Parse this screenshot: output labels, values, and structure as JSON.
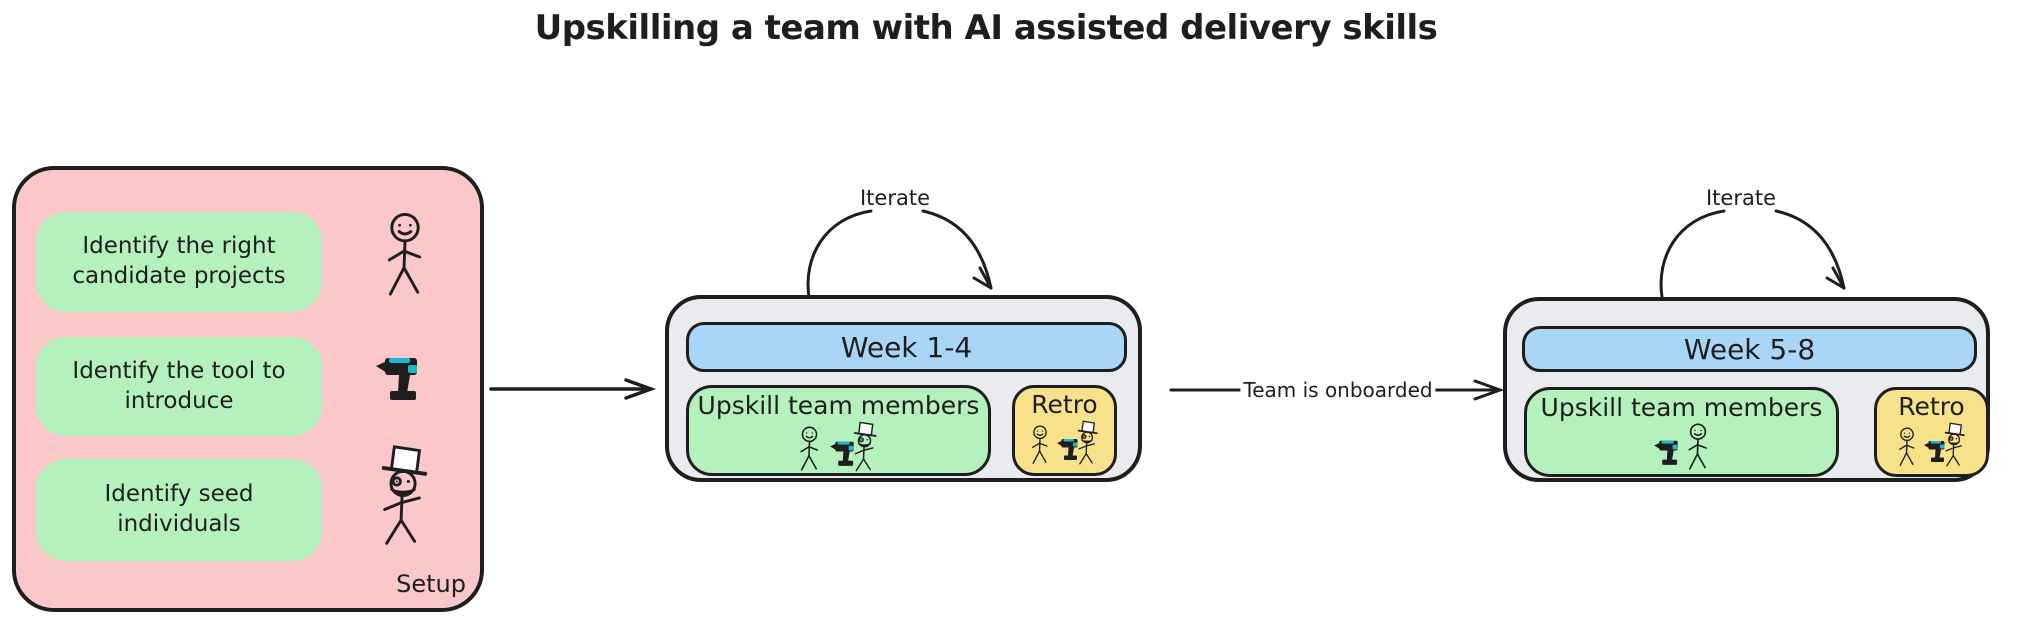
{
  "title": "Upskilling a team with AI assisted delivery skills",
  "colors": {
    "pink": "#fbc8ca",
    "green": "#b5f1bd",
    "blue": "#a9d6f7",
    "yellow": "#f7e18b",
    "gray": "#e9ebee",
    "stroke": "#1e1e1e",
    "teal": "#1cb8cc",
    "white": "#ffffff"
  },
  "setup": {
    "label": "Setup",
    "items": [
      {
        "label": "Identify the right candidate projects",
        "icon": "smiley-person-icon"
      },
      {
        "label": "Identify the tool to introduce",
        "icon": "drill-icon"
      },
      {
        "label": "Identify seed individuals",
        "icon": "tophat-person-icon"
      }
    ]
  },
  "transition_label": "Team is onboarded",
  "phases": [
    {
      "iterate": "Iterate",
      "week": "Week 1-4",
      "task": "Upskill team members",
      "task_icons": [
        "smiley-person-icon",
        "drill-icon",
        "tophat-person-icon"
      ],
      "retro": "Retro",
      "retro_icons": [
        "smiley-person-icon",
        "drill-icon",
        "tophat-person-icon"
      ]
    },
    {
      "iterate": "Iterate",
      "week": "Week 5-8",
      "task": "Upskill team members",
      "task_icons": [
        "drill-icon",
        "smiley-person-icon"
      ],
      "retro": "Retro",
      "retro_icons": [
        "smiley-person-icon",
        "drill-icon",
        "tophat-person-icon"
      ]
    }
  ]
}
